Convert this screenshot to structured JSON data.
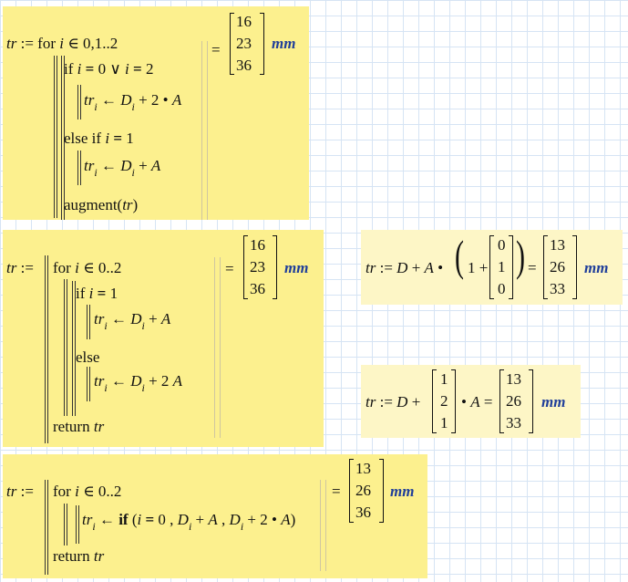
{
  "unit": "mm",
  "block1": {
    "l1": "tr := for i ∈ 0,1..2",
    "l2": "if i = 0 ∨ i = 2",
    "l3a": "tr",
    "l3sub": "i",
    "l3b": "← D",
    "l3sub2": "i",
    "l3c": "+ 2 • A",
    "l4": "else if i = 1",
    "l5a": "tr",
    "l5sub": "i",
    "l5b": "← D",
    "l5sub2": "i",
    "l5c": "+ A",
    "l6": "augment(tr)",
    "result": [
      "16",
      "23",
      "36"
    ]
  },
  "block2": {
    "l1a": "tr :=",
    "l1b": "for i ∈ 0..2",
    "l2": "if i = 1",
    "l3a": "tr",
    "l3sub": "i",
    "l3b": "← D",
    "l3sub2": "i",
    "l3c": "+ A",
    "l4": "else",
    "l5a": "tr",
    "l5sub": "i",
    "l5b": "← D",
    "l5sub2": "i",
    "l5c": "+ 2  A",
    "l6": "return tr",
    "result": [
      "16",
      "23",
      "36"
    ]
  },
  "block3": {
    "expr_a": "tr := D + A •",
    "expr_b": "1 +",
    "vector": [
      "0",
      "1",
      "0"
    ],
    "result": [
      "13",
      "26",
      "33"
    ]
  },
  "block4": {
    "expr_a": "tr := D +",
    "vector": [
      "1",
      "2",
      "1"
    ],
    "expr_b": "• A =",
    "result": [
      "13",
      "26",
      "33"
    ]
  },
  "block5": {
    "l1a": "tr :=",
    "l1b": "for i ∈ 0..2",
    "l2a": "tr",
    "l2sub": "i",
    "l2b": "← if (i = 0 , D",
    "l2sub2": "i",
    "l2c": "+ A , D",
    "l2sub3": "i",
    "l2d": "+ 2 • A)",
    "l3": "return tr",
    "result": [
      "13",
      "26",
      "36"
    ]
  }
}
